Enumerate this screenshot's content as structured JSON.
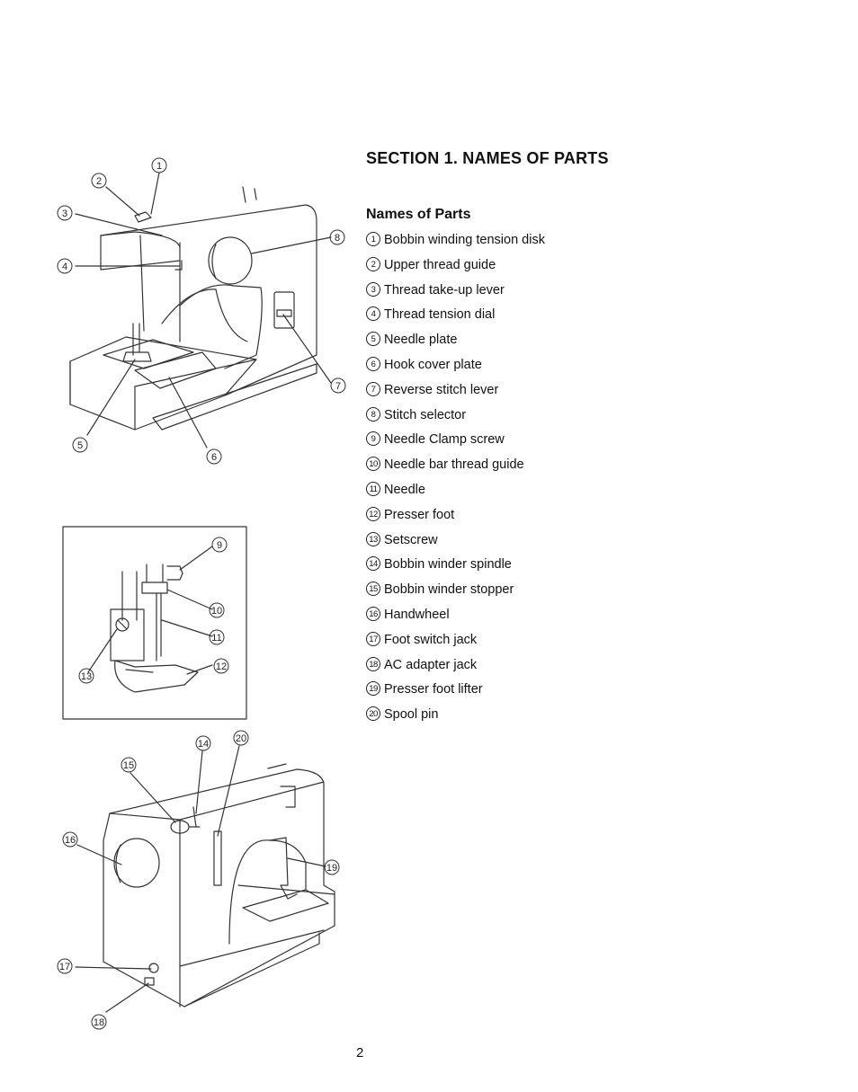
{
  "section_title": "SECTION 1. NAMES OF PARTS",
  "subsection_title": "Names of Parts",
  "parts": [
    {
      "num": "1",
      "label": "Bobbin winding tension disk"
    },
    {
      "num": "2",
      "label": "Upper thread guide"
    },
    {
      "num": "3",
      "label": "Thread take-up lever"
    },
    {
      "num": "4",
      "label": "Thread tension dial"
    },
    {
      "num": "5",
      "label": "Needle plate"
    },
    {
      "num": "6",
      "label": "Hook cover plate"
    },
    {
      "num": "7",
      "label": "Reverse stitch lever"
    },
    {
      "num": "8",
      "label": "Stitch selector"
    },
    {
      "num": "9",
      "label": "Needle Clamp screw"
    },
    {
      "num": "10",
      "label": "Needle bar thread guide"
    },
    {
      "num": "11",
      "label": "Needle"
    },
    {
      "num": "12",
      "label": "Presser foot"
    },
    {
      "num": "13",
      "label": "Setscrew"
    },
    {
      "num": "14",
      "label": "Bobbin winder spindle"
    },
    {
      "num": "15",
      "label": "Bobbin winder stopper"
    },
    {
      "num": "16",
      "label": "Handwheel"
    },
    {
      "num": "17",
      "label": "Foot switch jack"
    },
    {
      "num": "18",
      "label": "AC adapter jack"
    },
    {
      "num": "19",
      "label": "Presser foot lifter"
    },
    {
      "num": "20",
      "label": "Spool pin"
    }
  ],
  "page_number": "2"
}
